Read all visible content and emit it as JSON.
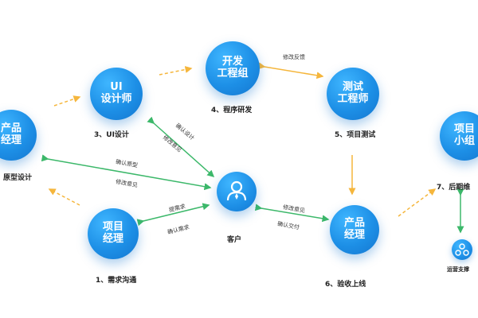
{
  "nodes": {
    "product_manager": "产品\n经理",
    "ui_designer": "UI\n设计师",
    "dev_team": "开发\n工程组",
    "test_engineer": "测试\n工程师",
    "project_team": "项目\n小组",
    "project_manager": "项目\n经理",
    "product_manager_2": "产品\n经理"
  },
  "client_label": "客户",
  "support_label": "运营支撑",
  "steps": {
    "s1": "1、需求沟通",
    "s2": "原型设计",
    "s3": "3、UI设计",
    "s4": "4、程序研发",
    "s5": "5、项目测试",
    "s6": "6、验收上线",
    "s7": "7、后期维"
  },
  "edge_labels": {
    "feedback_top": "修改反馈",
    "confirm_ui": "确认设计",
    "modify_ui": "修改意见",
    "confirm_proto": "确认原型",
    "modify_proto": "修改意见",
    "raise_req": "提需求",
    "confirm_req": "确认需求",
    "modify_accept": "修改意见",
    "confirm_deliver": "确认交付"
  },
  "colors": {
    "node_blue": "#1d8fe6",
    "arrow_orange": "#f5b63c",
    "arrow_green": "#3cb86a"
  }
}
